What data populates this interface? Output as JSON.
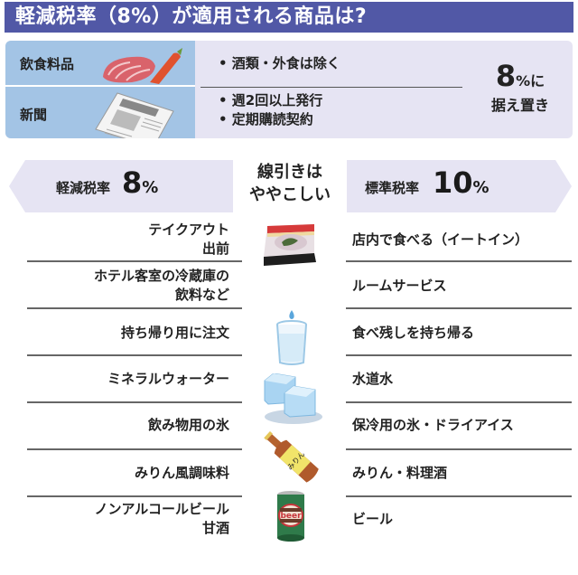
{
  "title": "軽減税率（8%）が適用される商品は?",
  "top_panel": {
    "categories": [
      {
        "label": "飲食料品",
        "icon": "meat-carrot-icon",
        "conditions": [
          "• 酒類・外食は除く"
        ]
      },
      {
        "label": "新聞",
        "icon": "newspaper-icon",
        "conditions": [
          "• 週2回以上発行",
          "• 定期購読契約"
        ]
      }
    ],
    "result": {
      "number": "8",
      "suffix": "%に",
      "sub": "据え置き"
    }
  },
  "comparison_header": {
    "left": {
      "label": "軽減税率",
      "rate": "8",
      "unit": "%"
    },
    "center": [
      "線引きは",
      "ややこしい"
    ],
    "right": {
      "label": "標準税率",
      "rate": "10",
      "unit": "%"
    }
  },
  "rows": [
    {
      "reduced": [
        "テイクアウト",
        "出前"
      ],
      "icon": "bento-box-icon",
      "standard": "店内で食べる（イートイン）"
    },
    {
      "reduced": [
        "ホテル客室の冷蔵庫の",
        "飲料など"
      ],
      "icon": "",
      "standard": "ルームサービス"
    },
    {
      "reduced": [
        "持ち帰り用に注文"
      ],
      "icon": "water-glass-icon",
      "standard": "食べ残しを持ち帰る"
    },
    {
      "reduced": [
        "ミネラルウォーター"
      ],
      "icon": "ice-cubes-icon",
      "standard": "水道水"
    },
    {
      "reduced": [
        "飲み物用の氷"
      ],
      "icon": "",
      "standard": "保冷用の氷・ドライアイス"
    },
    {
      "reduced": [
        "みりん風調味料"
      ],
      "icon": "mirin-bottle-icon",
      "standard": "みりん・料理酒"
    },
    {
      "reduced": [
        "ノンアルコールビール",
        "甘酒"
      ],
      "icon": "beer-can-icon",
      "standard": "ビール"
    }
  ],
  "icons": {
    "beer_label": "beer"
  },
  "colors": {
    "title_bg": "#5158a6",
    "panel_bg": "#e6e4f3",
    "category_bg": "#a3c4e5",
    "divider": "#666666"
  }
}
